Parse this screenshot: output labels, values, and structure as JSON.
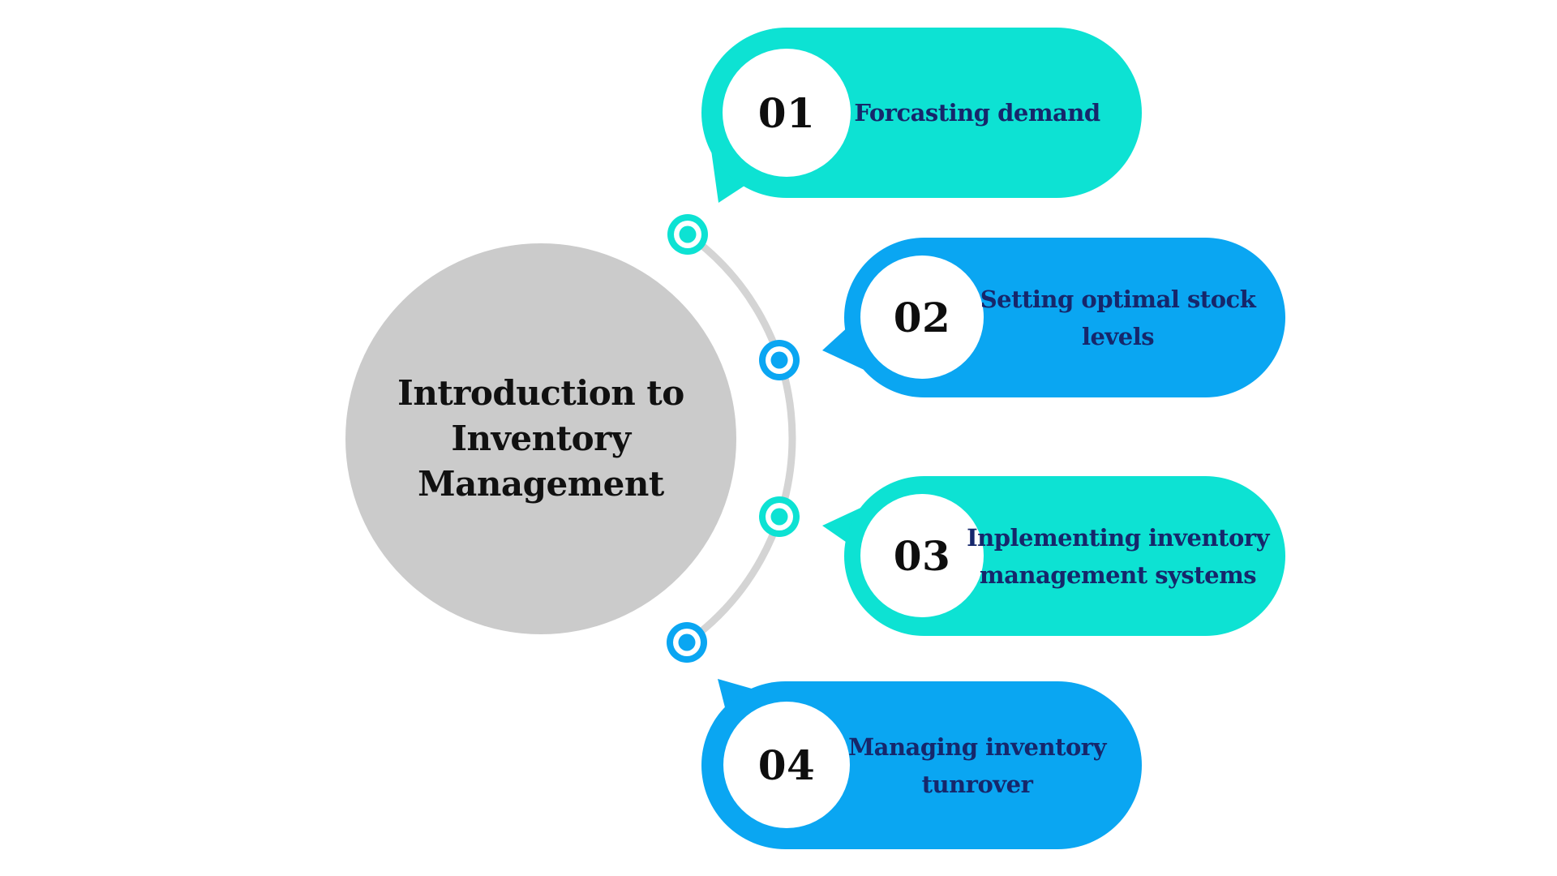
{
  "colors": {
    "teal": "#0DE2D3",
    "blue": "#0AA6F2",
    "navy": "#16276B",
    "number_black": "#0E0E0E",
    "center_gray": "#CBCBCB",
    "center_text": "#111111",
    "arc_gray": "#D4D4D4",
    "badge_white": "#FFFFFF",
    "background": "#FFFFFF"
  },
  "center": {
    "title": "Introduction to Inventory Management",
    "title_lines": [
      "Introduction to",
      "Inventory",
      "Management"
    ]
  },
  "steps": [
    {
      "number": "01",
      "label": "Forcasting demand",
      "label_lines": [
        "Forcasting demand"
      ],
      "color": "teal"
    },
    {
      "number": "02",
      "label": "Setting optimal stock levels",
      "label_lines": [
        "Setting optimal stock",
        "levels"
      ],
      "color": "blue"
    },
    {
      "number": "03",
      "label": "Inplementing inventory management systems",
      "label_lines": [
        "Inplementing inventory",
        "management systems"
      ],
      "color": "teal"
    },
    {
      "number": "04",
      "label": "Managing inventory tunrover",
      "label_lines": [
        "Managing inventory",
        "tunrover"
      ],
      "color": "blue"
    }
  ]
}
